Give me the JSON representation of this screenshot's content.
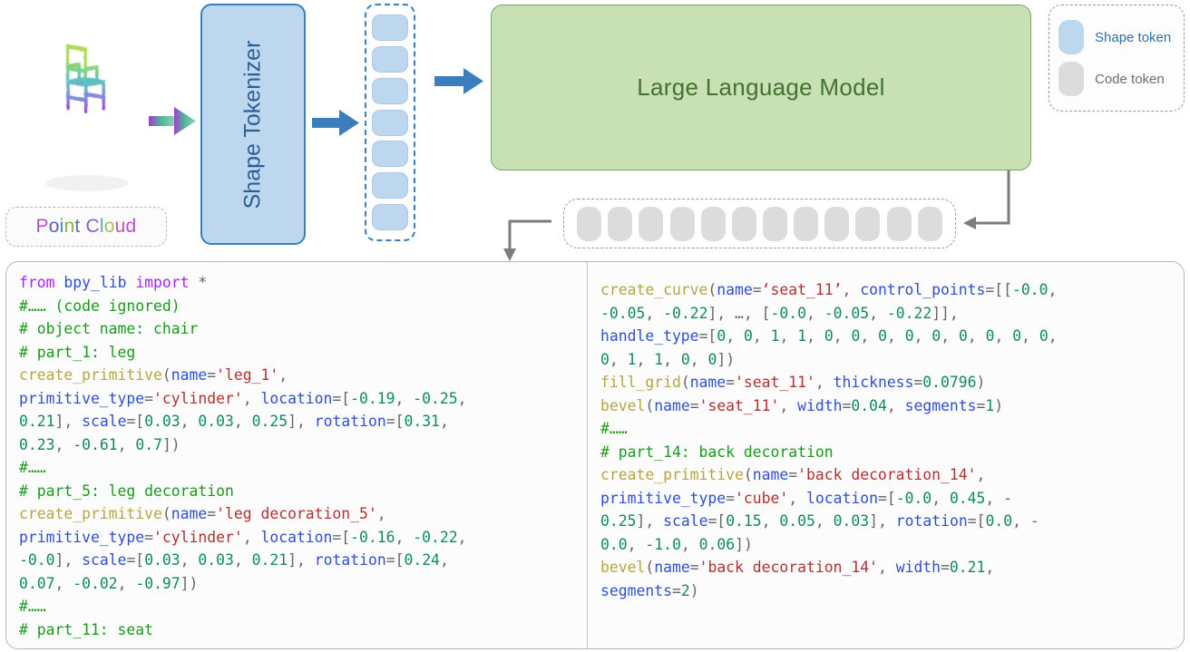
{
  "pipeline": {
    "point_cloud_label": "Point Cloud",
    "point_cloud_letter_colors": [
      "#b54fd0",
      "#5b61c9",
      "#3f8fb8",
      "#7ab84a",
      "#6f6f9b",
      "#8f5fc9",
      "#5ea6b8",
      "#9ec45a",
      "#c64fb0"
    ],
    "shape_tokenizer_label": "Shape Tokenizer",
    "llm_label": "Large Language Model",
    "shape_token_count": 7,
    "code_token_count": 12,
    "arrow_gradient_from": "#a43bd0",
    "arrow_gradient_to": "#7fd4b0",
    "arrow_blue": "#3a7ebd",
    "arrow_gray": "#7d7d7d"
  },
  "legend": {
    "items": [
      {
        "label": "Shape token",
        "color": "#bdd7ee",
        "text_color": "#2e6fa8"
      },
      {
        "label": "Code token",
        "color": "#dcdcdc",
        "text_color": "#6e6e6e"
      }
    ]
  },
  "code": {
    "left_lines": [
      [
        {
          "t": "from",
          "c": "k"
        },
        {
          "t": " ",
          "c": "pl"
        },
        {
          "t": "bpy_lib",
          "c": "ar"
        },
        {
          "t": " ",
          "c": "pl"
        },
        {
          "t": "import",
          "c": "k"
        },
        {
          "t": " ",
          "c": "pl"
        },
        {
          "t": "*",
          "c": "op"
        }
      ],
      [
        {
          "t": "#…… (code ignored)",
          "c": "cm"
        }
      ],
      [
        {
          "t": "# object name: chair",
          "c": "cm"
        }
      ],
      [
        {
          "t": "# part_1: leg",
          "c": "cm"
        }
      ],
      [
        {
          "t": "create_primitive",
          "c": "fn"
        },
        {
          "t": "(",
          "c": "op"
        },
        {
          "t": "name",
          "c": "ar"
        },
        {
          "t": "=",
          "c": "op"
        },
        {
          "t": "'leg_1'",
          "c": "st"
        },
        {
          "t": ",",
          "c": "op"
        }
      ],
      [
        {
          "t": "primitive_type",
          "c": "ar"
        },
        {
          "t": "=",
          "c": "op"
        },
        {
          "t": "'cylinder'",
          "c": "st"
        },
        {
          "t": ", ",
          "c": "op"
        },
        {
          "t": "location",
          "c": "ar"
        },
        {
          "t": "=[",
          "c": "op"
        },
        {
          "t": "-0.19",
          "c": "nu"
        },
        {
          "t": ", ",
          "c": "op"
        },
        {
          "t": "-0.25",
          "c": "nu"
        },
        {
          "t": ", ",
          "c": "op"
        }
      ],
      [
        {
          "t": "0.21",
          "c": "nu"
        },
        {
          "t": "], ",
          "c": "op"
        },
        {
          "t": "scale",
          "c": "ar"
        },
        {
          "t": "=[",
          "c": "op"
        },
        {
          "t": "0.03",
          "c": "nu"
        },
        {
          "t": ", ",
          "c": "op"
        },
        {
          "t": "0.03",
          "c": "nu"
        },
        {
          "t": ", ",
          "c": "op"
        },
        {
          "t": "0.25",
          "c": "nu"
        },
        {
          "t": "], ",
          "c": "op"
        },
        {
          "t": "rotation",
          "c": "ar"
        },
        {
          "t": "=[",
          "c": "op"
        },
        {
          "t": "0.31",
          "c": "nu"
        },
        {
          "t": ",",
          "c": "op"
        }
      ],
      [
        {
          "t": "0.23",
          "c": "nu"
        },
        {
          "t": ", ",
          "c": "op"
        },
        {
          "t": "-0.61",
          "c": "nu"
        },
        {
          "t": ", ",
          "c": "op"
        },
        {
          "t": "0.7",
          "c": "nu"
        },
        {
          "t": "])",
          "c": "op"
        }
      ],
      [
        {
          "t": "#……",
          "c": "cm"
        }
      ],
      [
        {
          "t": "# part_5: leg decoration",
          "c": "cm"
        }
      ],
      [
        {
          "t": "create_primitive",
          "c": "fn"
        },
        {
          "t": "(",
          "c": "op"
        },
        {
          "t": "name",
          "c": "ar"
        },
        {
          "t": "=",
          "c": "op"
        },
        {
          "t": "'leg decoration_5'",
          "c": "st"
        },
        {
          "t": ",",
          "c": "op"
        }
      ],
      [
        {
          "t": "primitive_type",
          "c": "ar"
        },
        {
          "t": "=",
          "c": "op"
        },
        {
          "t": "'cylinder'",
          "c": "st"
        },
        {
          "t": ", ",
          "c": "op"
        },
        {
          "t": "location",
          "c": "ar"
        },
        {
          "t": "=[",
          "c": "op"
        },
        {
          "t": "-0.16",
          "c": "nu"
        },
        {
          "t": ", ",
          "c": "op"
        },
        {
          "t": "-0.22",
          "c": "nu"
        },
        {
          "t": ",",
          "c": "op"
        }
      ],
      [
        {
          "t": "-0.0",
          "c": "nu"
        },
        {
          "t": "], ",
          "c": "op"
        },
        {
          "t": "scale",
          "c": "ar"
        },
        {
          "t": "=[",
          "c": "op"
        },
        {
          "t": "0.03",
          "c": "nu"
        },
        {
          "t": ", ",
          "c": "op"
        },
        {
          "t": "0.03",
          "c": "nu"
        },
        {
          "t": ", ",
          "c": "op"
        },
        {
          "t": "0.21",
          "c": "nu"
        },
        {
          "t": "], ",
          "c": "op"
        },
        {
          "t": "rotation",
          "c": "ar"
        },
        {
          "t": "=[",
          "c": "op"
        },
        {
          "t": "0.24",
          "c": "nu"
        },
        {
          "t": ",",
          "c": "op"
        }
      ],
      [
        {
          "t": "0.07",
          "c": "nu"
        },
        {
          "t": ", ",
          "c": "op"
        },
        {
          "t": "-0.02",
          "c": "nu"
        },
        {
          "t": ", ",
          "c": "op"
        },
        {
          "t": "-0.97",
          "c": "nu"
        },
        {
          "t": "])",
          "c": "op"
        }
      ],
      [
        {
          "t": "#……",
          "c": "cm"
        }
      ],
      [
        {
          "t": "# part_11: seat",
          "c": "cm"
        }
      ]
    ],
    "right_lines": [
      [
        {
          "t": "create_curve",
          "c": "fn"
        },
        {
          "t": "(",
          "c": "op"
        },
        {
          "t": "name",
          "c": "ar"
        },
        {
          "t": "=",
          "c": "op"
        },
        {
          "t": "‘seat_11’",
          "c": "st"
        },
        {
          "t": ", ",
          "c": "op"
        },
        {
          "t": "control_points",
          "c": "ar"
        },
        {
          "t": "=[[",
          "c": "op"
        },
        {
          "t": "-0.0",
          "c": "nu"
        },
        {
          "t": ",",
          "c": "op"
        }
      ],
      [
        {
          "t": "-0.05",
          "c": "nu"
        },
        {
          "t": ", ",
          "c": "op"
        },
        {
          "t": "-0.22",
          "c": "nu"
        },
        {
          "t": "], …, [",
          "c": "op"
        },
        {
          "t": "-0.0",
          "c": "nu"
        },
        {
          "t": ", ",
          "c": "op"
        },
        {
          "t": "-0.05",
          "c": "nu"
        },
        {
          "t": ", ",
          "c": "op"
        },
        {
          "t": "-0.22",
          "c": "nu"
        },
        {
          "t": "]],",
          "c": "op"
        }
      ],
      [
        {
          "t": "handle_type",
          "c": "ar"
        },
        {
          "t": "=[",
          "c": "op"
        },
        {
          "t": "0",
          "c": "nu"
        },
        {
          "t": ", ",
          "c": "op"
        },
        {
          "t": "0",
          "c": "nu"
        },
        {
          "t": ", ",
          "c": "op"
        },
        {
          "t": "1",
          "c": "nu"
        },
        {
          "t": ", ",
          "c": "op"
        },
        {
          "t": "1",
          "c": "nu"
        },
        {
          "t": ", ",
          "c": "op"
        },
        {
          "t": "0",
          "c": "nu"
        },
        {
          "t": ", ",
          "c": "op"
        },
        {
          "t": "0",
          "c": "nu"
        },
        {
          "t": ", ",
          "c": "op"
        },
        {
          "t": "0",
          "c": "nu"
        },
        {
          "t": ", ",
          "c": "op"
        },
        {
          "t": "0",
          "c": "nu"
        },
        {
          "t": ", ",
          "c": "op"
        },
        {
          "t": "0",
          "c": "nu"
        },
        {
          "t": ", ",
          "c": "op"
        },
        {
          "t": "0",
          "c": "nu"
        },
        {
          "t": ", ",
          "c": "op"
        },
        {
          "t": "0",
          "c": "nu"
        },
        {
          "t": ", ",
          "c": "op"
        },
        {
          "t": "0",
          "c": "nu"
        },
        {
          "t": ", ",
          "c": "op"
        },
        {
          "t": "0",
          "c": "nu"
        },
        {
          "t": ",",
          "c": "op"
        }
      ],
      [
        {
          "t": "0",
          "c": "nu"
        },
        {
          "t": ", ",
          "c": "op"
        },
        {
          "t": "1",
          "c": "nu"
        },
        {
          "t": ", ",
          "c": "op"
        },
        {
          "t": "1",
          "c": "nu"
        },
        {
          "t": ", ",
          "c": "op"
        },
        {
          "t": "0",
          "c": "nu"
        },
        {
          "t": ", ",
          "c": "op"
        },
        {
          "t": "0",
          "c": "nu"
        },
        {
          "t": "])",
          "c": "op"
        }
      ],
      [
        {
          "t": "fill_grid",
          "c": "fn"
        },
        {
          "t": "(",
          "c": "op"
        },
        {
          "t": "name",
          "c": "ar"
        },
        {
          "t": "=",
          "c": "op"
        },
        {
          "t": "'seat_11'",
          "c": "st"
        },
        {
          "t": ", ",
          "c": "op"
        },
        {
          "t": "thickness",
          "c": "ar"
        },
        {
          "t": "=",
          "c": "op"
        },
        {
          "t": "0.0796",
          "c": "nu"
        },
        {
          "t": ")",
          "c": "op"
        }
      ],
      [
        {
          "t": "bevel",
          "c": "fn"
        },
        {
          "t": "(",
          "c": "op"
        },
        {
          "t": "name",
          "c": "ar"
        },
        {
          "t": "=",
          "c": "op"
        },
        {
          "t": "'seat_11'",
          "c": "st"
        },
        {
          "t": ", ",
          "c": "op"
        },
        {
          "t": "width",
          "c": "ar"
        },
        {
          "t": "=",
          "c": "op"
        },
        {
          "t": "0.04",
          "c": "nu"
        },
        {
          "t": ", ",
          "c": "op"
        },
        {
          "t": "segments",
          "c": "ar"
        },
        {
          "t": "=",
          "c": "op"
        },
        {
          "t": "1",
          "c": "nu"
        },
        {
          "t": ")",
          "c": "op"
        }
      ],
      [
        {
          "t": "#……",
          "c": "cm"
        }
      ],
      [
        {
          "t": "# part_14: back decoration",
          "c": "cm"
        }
      ],
      [
        {
          "t": "create_primitive",
          "c": "fn"
        },
        {
          "t": "(",
          "c": "op"
        },
        {
          "t": "name",
          "c": "ar"
        },
        {
          "t": "=",
          "c": "op"
        },
        {
          "t": "'back decoration_14'",
          "c": "st"
        },
        {
          "t": ",",
          "c": "op"
        }
      ],
      [
        {
          "t": "primitive_type",
          "c": "ar"
        },
        {
          "t": "=",
          "c": "op"
        },
        {
          "t": "'cube'",
          "c": "st"
        },
        {
          "t": ", ",
          "c": "op"
        },
        {
          "t": "location",
          "c": "ar"
        },
        {
          "t": "=[",
          "c": "op"
        },
        {
          "t": "-0.0",
          "c": "nu"
        },
        {
          "t": ", ",
          "c": "op"
        },
        {
          "t": "0.45",
          "c": "nu"
        },
        {
          "t": ", -",
          "c": "op"
        }
      ],
      [
        {
          "t": "0.25",
          "c": "nu"
        },
        {
          "t": "], ",
          "c": "op"
        },
        {
          "t": "scale",
          "c": "ar"
        },
        {
          "t": "=[",
          "c": "op"
        },
        {
          "t": "0.15",
          "c": "nu"
        },
        {
          "t": ", ",
          "c": "op"
        },
        {
          "t": "0.05",
          "c": "nu"
        },
        {
          "t": ", ",
          "c": "op"
        },
        {
          "t": "0.03",
          "c": "nu"
        },
        {
          "t": "], ",
          "c": "op"
        },
        {
          "t": "rotation",
          "c": "ar"
        },
        {
          "t": "=[",
          "c": "op"
        },
        {
          "t": "0.0",
          "c": "nu"
        },
        {
          "t": ", -",
          "c": "op"
        }
      ],
      [
        {
          "t": "0.0",
          "c": "nu"
        },
        {
          "t": ", ",
          "c": "op"
        },
        {
          "t": "-1.0",
          "c": "nu"
        },
        {
          "t": ", ",
          "c": "op"
        },
        {
          "t": "0.06",
          "c": "nu"
        },
        {
          "t": "])",
          "c": "op"
        }
      ],
      [
        {
          "t": "bevel",
          "c": "fn"
        },
        {
          "t": "(",
          "c": "op"
        },
        {
          "t": "name",
          "c": "ar"
        },
        {
          "t": "=",
          "c": "op"
        },
        {
          "t": "'back decoration_14'",
          "c": "st"
        },
        {
          "t": ", ",
          "c": "op"
        },
        {
          "t": "width",
          "c": "ar"
        },
        {
          "t": "=",
          "c": "op"
        },
        {
          "t": "0.21",
          "c": "nu"
        },
        {
          "t": ",",
          "c": "op"
        }
      ],
      [
        {
          "t": "segments",
          "c": "ar"
        },
        {
          "t": "=",
          "c": "op"
        },
        {
          "t": "2",
          "c": "nu"
        },
        {
          "t": ")",
          "c": "op"
        }
      ]
    ]
  }
}
